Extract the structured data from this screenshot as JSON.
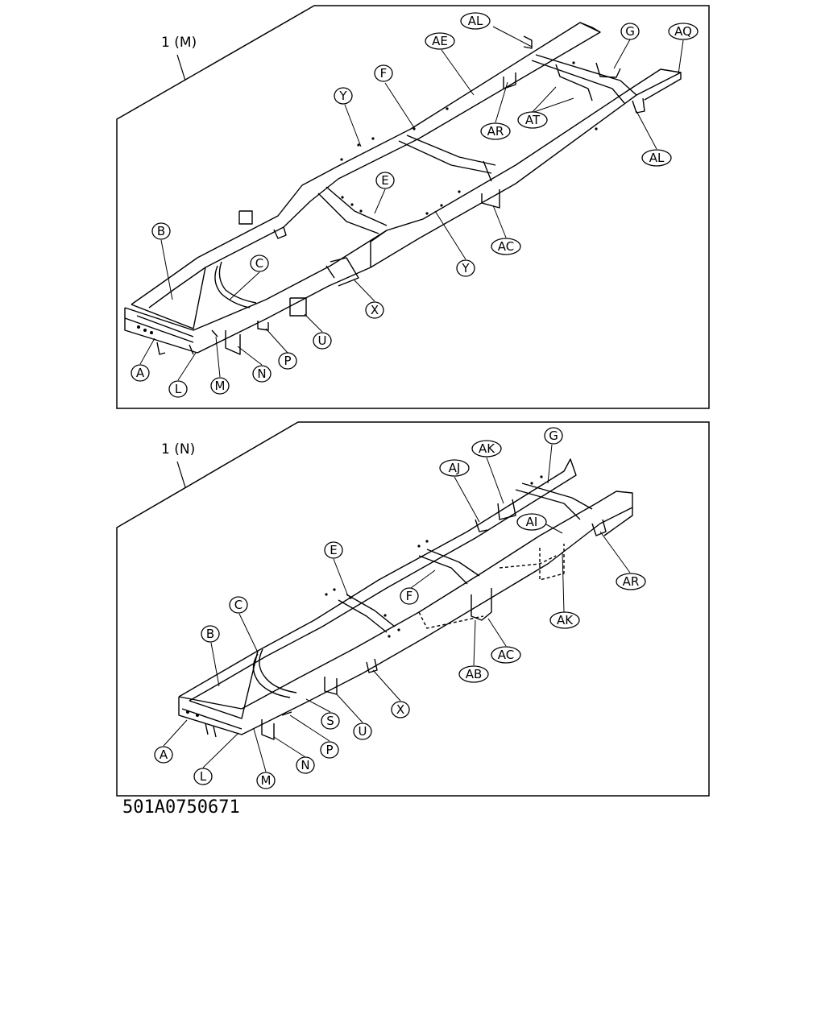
{
  "panels": [
    {
      "title": "1 (M)",
      "labels": {
        "AL1": "AL",
        "AE": "AE",
        "G": "G",
        "AQ": "AQ",
        "F": "F",
        "Y1": "Y",
        "AR": "AR",
        "AT": "AT",
        "AL2": "AL",
        "E": "E",
        "B": "B",
        "C": "C",
        "AC": "AC",
        "Y2": "Y",
        "X": "X",
        "U": "U",
        "P": "P",
        "N": "N",
        "M": "M",
        "L": "L",
        "A": "A"
      }
    },
    {
      "title": "1 (N)",
      "labels": {
        "AK1": "AK",
        "G": "G",
        "AJ": "AJ",
        "AI": "AI",
        "AR": "AR",
        "E": "E",
        "F": "F",
        "AK2": "AK",
        "C": "C",
        "AC": "AC",
        "B": "B",
        "AB": "AB",
        "X": "X",
        "S": "S",
        "U": "U",
        "P": "P",
        "N": "N",
        "M": "M",
        "L": "L",
        "A": "A"
      }
    }
  ],
  "reference_code": "501A0750671"
}
